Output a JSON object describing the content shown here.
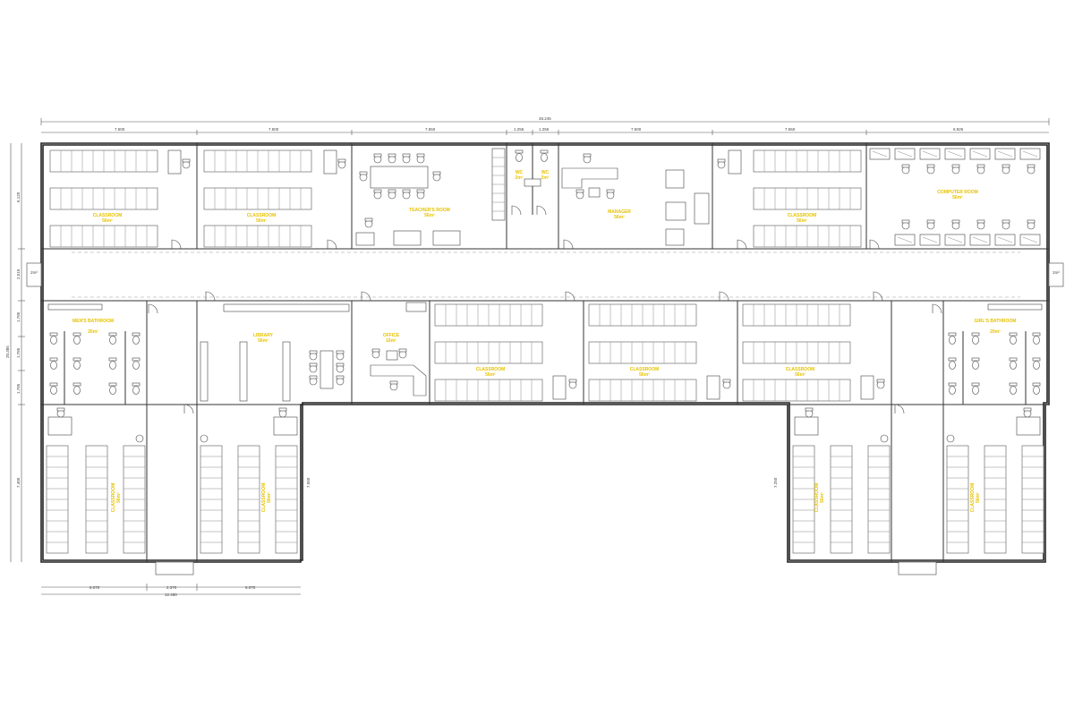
{
  "rooms": [
    {
      "key": "cr1",
      "name": "CLASSROOM",
      "area": "56m²"
    },
    {
      "key": "cr2",
      "name": "CLASSROOM",
      "area": "56m²"
    },
    {
      "key": "teachers",
      "name": "TEACHER'S ROOM",
      "area": "56m²"
    },
    {
      "key": "wc1",
      "name": "WC",
      "area": "2m²"
    },
    {
      "key": "wc2",
      "name": "WC",
      "area": "2m²"
    },
    {
      "key": "manager",
      "name": "MANAGER",
      "area": "56m²"
    },
    {
      "key": "cr3",
      "name": "CLASSROOM",
      "area": "56m²"
    },
    {
      "key": "computer",
      "name": "COMPUTER ROOM",
      "area": "56m²"
    },
    {
      "key": "menbath",
      "name": "MEN'S BATHROOM",
      "area": "20m²"
    },
    {
      "key": "library",
      "name": "LIBRARY",
      "area": "56m²"
    },
    {
      "key": "office",
      "name": "OFFICE",
      "area": "16m²"
    },
    {
      "key": "cr4",
      "name": "CLASSROOM",
      "area": "56m²"
    },
    {
      "key": "cr5",
      "name": "CLASSROOM",
      "area": "56m²"
    },
    {
      "key": "cr6",
      "name": "CLASSROOM",
      "area": "56m²"
    },
    {
      "key": "girlsbath",
      "name": "GIRL'S BATHROOM",
      "area": "20m²"
    },
    {
      "key": "cr7",
      "name": "CLASSROOM",
      "area": "56m²"
    },
    {
      "key": "cr8",
      "name": "CLASSROOM",
      "area": "56m²"
    },
    {
      "key": "cr9",
      "name": "CLASSROOM",
      "area": "56m²"
    },
    {
      "key": "cr10",
      "name": "CLASSROOM",
      "area": "56m²"
    }
  ],
  "dims": {
    "total_top": "48.245",
    "top_segments": [
      "7.500",
      "7.500",
      "7.550",
      "1.255",
      "1.255",
      "7.500",
      "7.550",
      "6.925"
    ],
    "left_side": [
      "6.120",
      "2.510",
      "1.785",
      "1.785",
      "1.785",
      "20.385",
      "7.400"
    ],
    "bottom_left": [
      "6.070",
      "2.370",
      "6.070"
    ],
    "bottom_total": "12.460",
    "wing_h": "7.550",
    "right_wing_h": "7.250",
    "entrance": "2m²"
  }
}
